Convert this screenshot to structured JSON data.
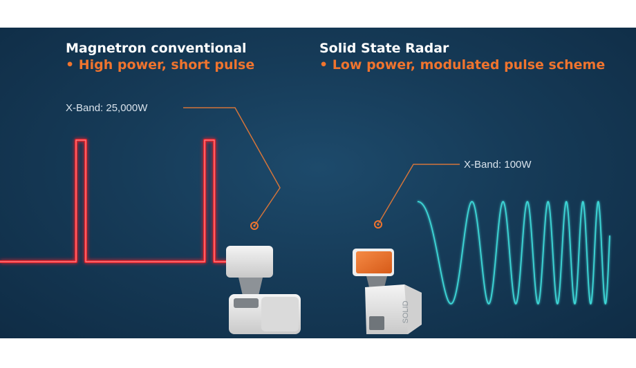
{
  "left": {
    "title": "Magnetron conventional",
    "subtitle": "• High power, short pulse",
    "callout": "X-Band: 25,000W"
  },
  "right": {
    "title": "Solid State Radar",
    "subtitle": "• Low power, modulated pulse scheme",
    "callout": "X-Band: 100W",
    "device_label": "SOLID"
  },
  "colors": {
    "accent_orange": "#f0742e",
    "pulse_red": "#e8202a",
    "wave_cyan": "#3ed6d6",
    "background": "#163b58"
  }
}
